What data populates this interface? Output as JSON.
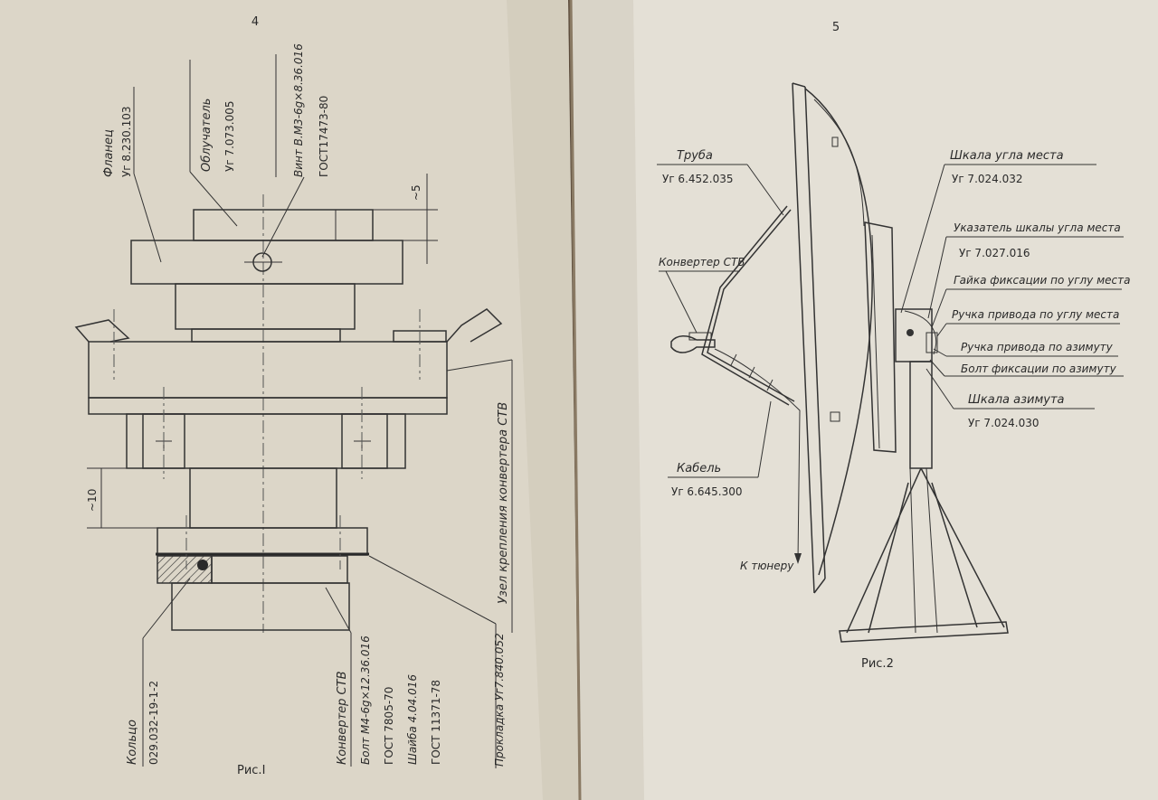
{
  "pages": {
    "left_number": "4",
    "right_number": "5"
  },
  "fig1": {
    "caption": "Рис.I",
    "flange_name": "Фланец",
    "flange_code": "Уг 8.230.103",
    "feed_name": "Облучатель",
    "feed_code": "Уг 7.073.005",
    "screw_name": "Винт В.М3-6g×8.36.016",
    "screw_std": "ГОСТ17473-80",
    "dim_top": "~5",
    "dim_side": "~10",
    "mount_label": "Узел крепления конвертера СТВ",
    "ring_name": "Кольцо",
    "ring_code": "029.032-19-1-2",
    "converter": "Конвертер СТВ",
    "bolt": "Болт М4-6g×12.36.016",
    "bolt_std": "ГОСТ 7805-70",
    "washer": "Шайба 4.04.016",
    "washer_std": "ГОСТ 11371-78",
    "gasket": "Прокладка Уг7.840.052"
  },
  "fig2": {
    "caption": "Рис.2",
    "pipe_name": "Труба",
    "pipe_code": "Уг 6.452.035",
    "converter": "Конвертер СТВ",
    "cable_name": "Кабель",
    "cable_code": "Уг 6.645.300",
    "to_tuner": "К тюнеру",
    "elev_scale": "Шкала угла места",
    "elev_scale_code": "Уг 7.024.032",
    "elev_pointer": "Указатель шкалы угла места",
    "elev_pointer_code": "Уг 7.027.016",
    "elev_nut": "Гайка фиксации по углу места",
    "elev_handle": "Ручка привода по углу места",
    "az_handle": "Ручка привода по азимуту",
    "az_bolt": "Болт фиксации по азимуту",
    "az_scale": "Шкала азимута",
    "az_scale_code": "Уг 7.024.030"
  }
}
